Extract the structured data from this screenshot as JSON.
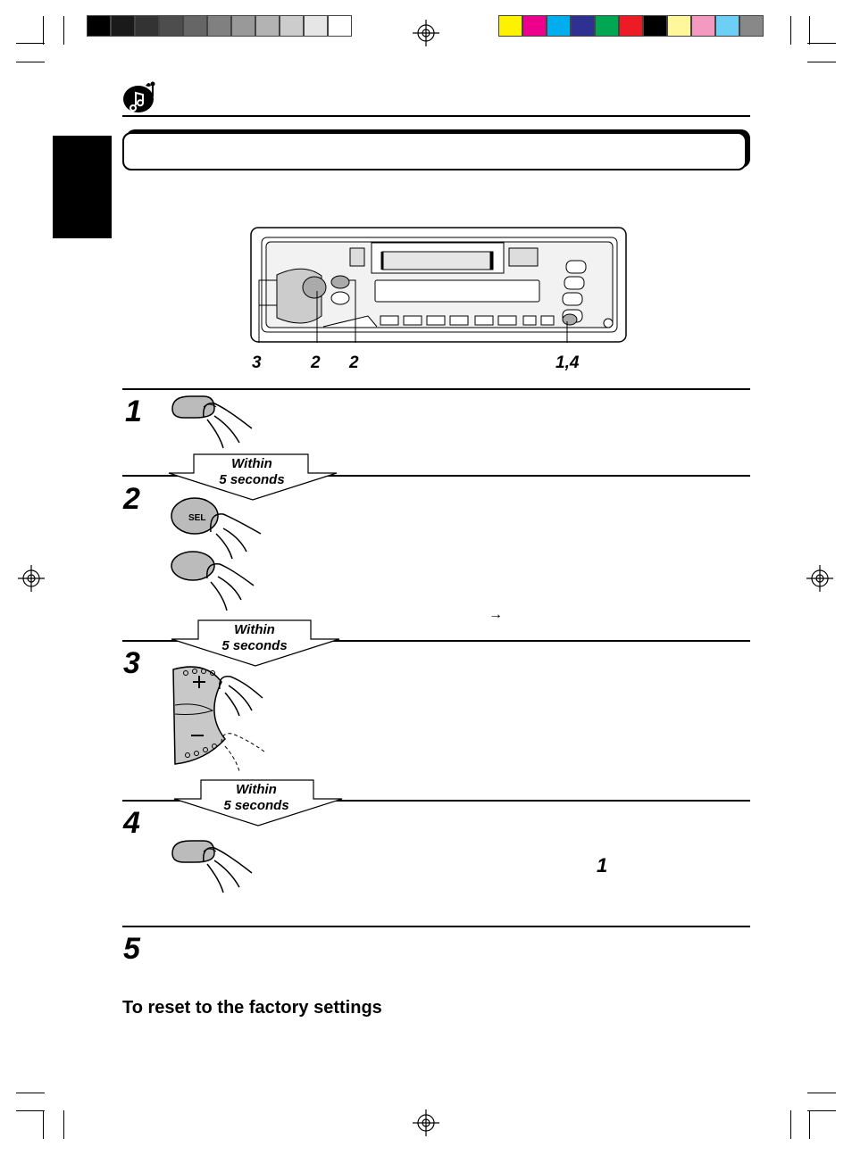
{
  "color_bar": {
    "grays": [
      "#000000",
      "#1a1a1a",
      "#333333",
      "#4d4d4d",
      "#666666",
      "#808080",
      "#999999",
      "#b3b3b3",
      "#cccccc",
      "#e6e6e6",
      "#ffffff"
    ],
    "colors": [
      "#fff200",
      "#ec008c",
      "#00aeef",
      "#2e3192",
      "#00a651",
      "#ed1c24",
      "#000000",
      "#fff799",
      "#f49ac1",
      "#6dcff6",
      "#888888"
    ]
  },
  "section_heading": "",
  "callouts": {
    "c3": "3",
    "c2a": "2",
    "c2b": "2",
    "c14": "1,4"
  },
  "steps": [
    {
      "num": "1"
    },
    {
      "num": "2",
      "button_label": "SEL"
    },
    {
      "num": "3"
    },
    {
      "num": "4",
      "ref": "1"
    },
    {
      "num": "5"
    }
  ],
  "within": {
    "line1": "Within",
    "line2": "5 seconds"
  },
  "reset_heading": "To reset to the factory settings",
  "arrow_glyph": "→"
}
